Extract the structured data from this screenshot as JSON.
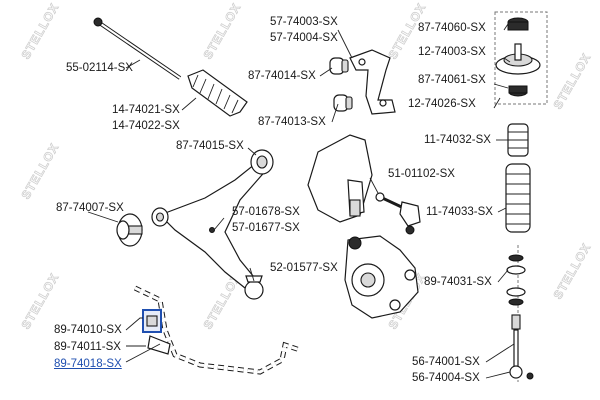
{
  "watermark": "STELLOX",
  "colors": {
    "highlight": "#1f4fb0",
    "highlight_box": "#1f4fb0",
    "line": "#222222"
  },
  "labels": {
    "p55_02114": "55-02114-SX",
    "p14_74021": "14-74021-SX",
    "p14_74022": "14-74022-SX",
    "p57_74003": "57-74003-SX",
    "p57_74004": "57-74004-SX",
    "p87_74014": "87-74014-SX",
    "p87_74013": "87-74013-SX",
    "p87_74060": "87-74060-SX",
    "p12_74003": "12-74003-SX",
    "p87_74061": "87-74061-SX",
    "p12_74026": "12-74026-SX",
    "p11_74032": "11-74032-SX",
    "p87_74015": "87-74015-SX",
    "p51_01102": "51-01102-SX",
    "p11_74033": "11-74033-SX",
    "p87_74007": "87-74007-SX",
    "p57_01678": "57-01678-SX",
    "p57_01677": "57-01677-SX",
    "p52_01577": "52-01577-SX",
    "p89_74031": "89-74031-SX",
    "p89_74010": "89-74010-SX",
    "p89_74011": "89-74011-SX",
    "p89_74018": "89-74018-SX",
    "p56_74001": "56-74001-SX",
    "p56_74004": "56-74004-SX"
  }
}
